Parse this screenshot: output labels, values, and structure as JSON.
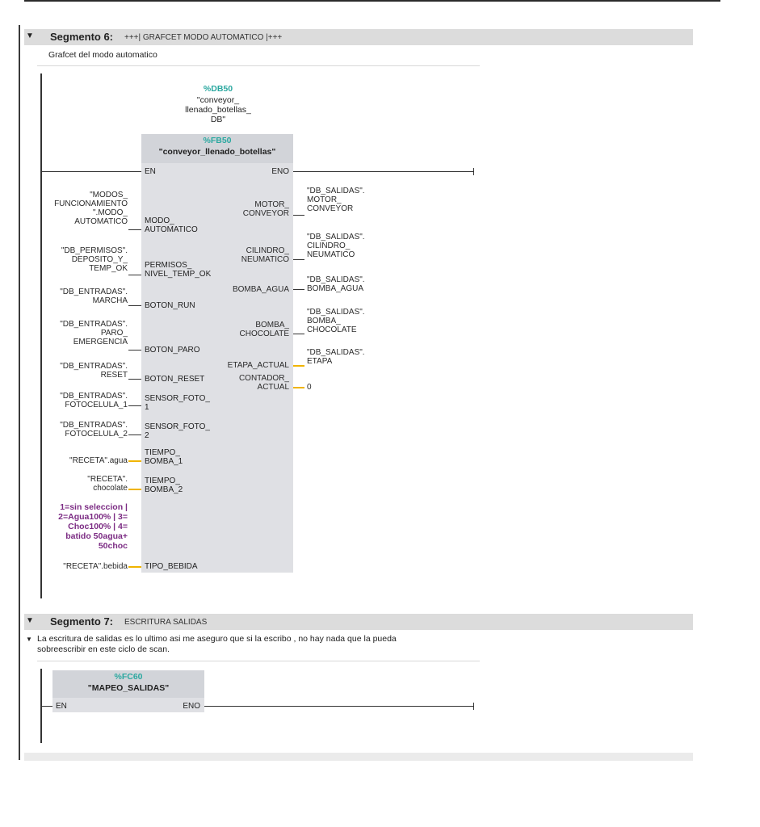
{
  "segment6": {
    "label": "Segmento 6:",
    "subtitle": "+++| GRAFCET MODO AUTOMATICO |+++",
    "comment": "Grafcet del modo automatico",
    "db": {
      "address": "%DB50",
      "name": "\"conveyor_\nllenado_botellas_\nDB\""
    },
    "block": {
      "address": "%FB50",
      "name": "\"conveyor_llenado_botellas\""
    },
    "en": "EN",
    "eno": "ENO",
    "inputs": [
      {
        "operand": "\"MODOS_\nFUNCIONAMIENTO\n\".MODO_\nAUTOMATICO",
        "pin": "MODO_\nAUTOMATICO"
      },
      {
        "operand": "\"DB_PERMISOS\".\nDEPOSITO_Y_\nTEMP_OK",
        "pin": "PERMISOS_\nNIVEL_TEMP_OK"
      },
      {
        "operand": "\"DB_ENTRADAS\".\nMARCHA",
        "pin": "BOTON_RUN"
      },
      {
        "operand": "\"DB_ENTRADAS\".\nPARO_\nEMERGENCIA",
        "pin": "BOTON_PARO"
      },
      {
        "operand": "\"DB_ENTRADAS\".\nRESET",
        "pin": "BOTON_RESET"
      },
      {
        "operand": "\"DB_ENTRADAS\".\nFOTOCELULA_1",
        "pin": "SENSOR_FOTO_\n1"
      },
      {
        "operand": "\"DB_ENTRADAS\".\nFOTOCELULA_2",
        "pin": "SENSOR_FOTO_\n2"
      },
      {
        "operand": "\"RECETA\".agua",
        "pin": "TIEMPO_\nBOMBA_1"
      },
      {
        "operand": "\"RECETA\".\nchocolate",
        "pin": "TIEMPO_\nBOMBA_2"
      },
      {
        "operand": "\"RECETA\".bebida",
        "pin": "TIPO_BEBIDA"
      }
    ],
    "bebida_comment": "1=sin seleccion |\n2=Agua100% | 3=\nChoc100% | 4=\nbatido 50agua+\n50choc",
    "outputs": [
      {
        "pin": "MOTOR_\nCONVEYOR",
        "operand": "\"DB_SALIDAS\".\nMOTOR_\nCONVEYOR"
      },
      {
        "pin": "CILINDRO_\nNEUMATICO",
        "operand": "\"DB_SALIDAS\".\nCILINDRO_\nNEUMATICO"
      },
      {
        "pin": "BOMBA_AGUA",
        "operand": "\"DB_SALIDAS\".\nBOMBA_AGUA"
      },
      {
        "pin": "BOMBA_\nCHOCOLATE",
        "operand": "\"DB_SALIDAS\".\nBOMBA_\nCHOCOLATE"
      },
      {
        "pin": "ETAPA_ACTUAL",
        "operand": "\"DB_SALIDAS\".\nETAPA"
      },
      {
        "pin": "CONTADOR_\nACTUAL",
        "operand": "0"
      }
    ]
  },
  "segment7": {
    "label": "Segmento 7:",
    "subtitle": "ESCRITURA SALIDAS",
    "comment": "La escritura de salidas es lo ultimo asi me aseguro que si la escribo , no hay nada que la pueda\nsobreescribir en este ciclo de scan.",
    "block": {
      "address": "%FC60",
      "name": "\"MAPEO_SALIDAS\""
    },
    "en": "EN",
    "eno": "ENO"
  },
  "icons": {
    "collapse": "collapse-triangle-icon",
    "expand_comment": "expand-comment-icon"
  },
  "colors": {
    "address": "#2ba8a0",
    "comment": "#7b2b83",
    "wire_value": "#f0b400",
    "header": "#dcdcdc",
    "block": "#dfe0e4"
  }
}
